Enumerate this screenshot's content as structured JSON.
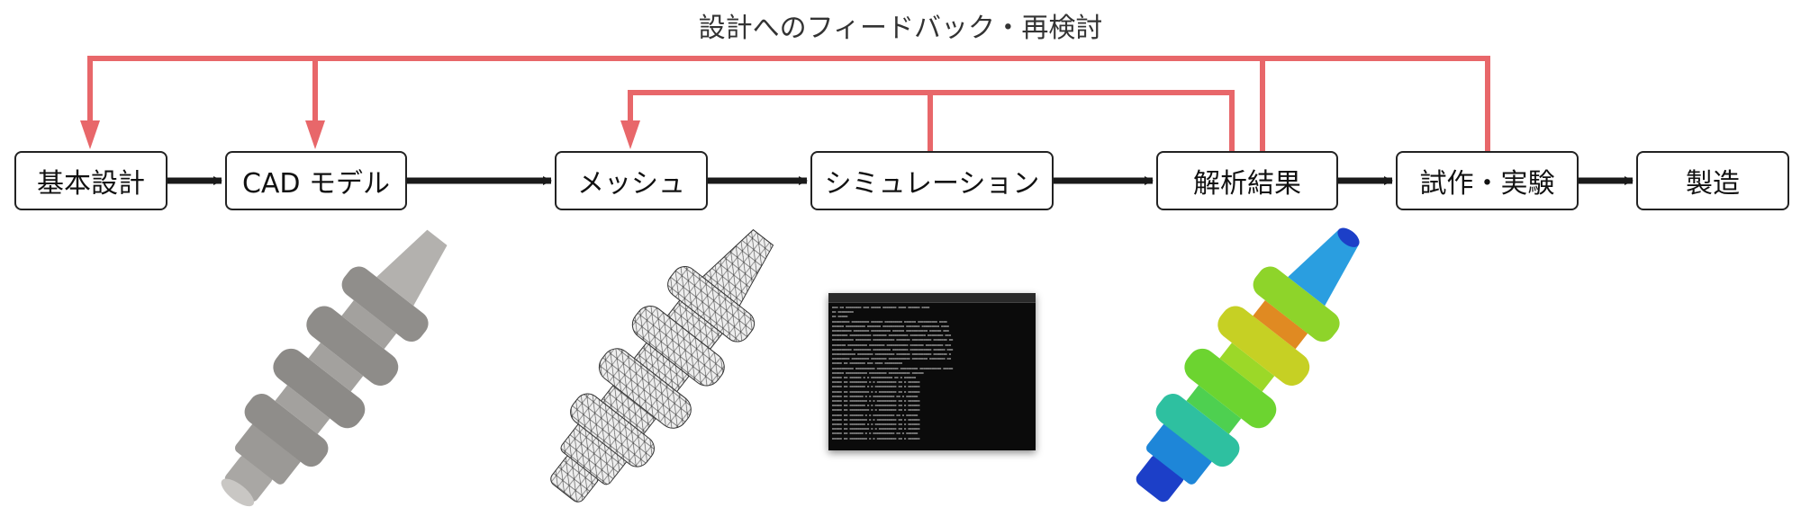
{
  "feedback_label": "設計へのフィードバック・再検討",
  "steps": [
    {
      "id": "basic-design",
      "label": "基本設計"
    },
    {
      "id": "cad-model",
      "label": "CAD モデル"
    },
    {
      "id": "mesh",
      "label": "メッシュ"
    },
    {
      "id": "simulation",
      "label": "シミュレーション"
    },
    {
      "id": "analysis-results",
      "label": "解析結果"
    },
    {
      "id": "prototype-test",
      "label": "試作・実験"
    },
    {
      "id": "manufacturing",
      "label": "製造"
    }
  ],
  "colors": {
    "feedback_line": "#e8676a",
    "flow_arrow": "#1a1a1a",
    "box_border": "#222222"
  },
  "images": [
    {
      "name": "cad-crankshaft-image",
      "depicts": "grey solid crankshaft"
    },
    {
      "name": "mesh-crankshaft-image",
      "depicts": "triangulated mesh crankshaft"
    },
    {
      "name": "simulation-terminal-image",
      "depicts": "terminal window with solver log"
    },
    {
      "name": "results-crankshaft-image",
      "depicts": "crankshaft colored by result contour"
    }
  ]
}
